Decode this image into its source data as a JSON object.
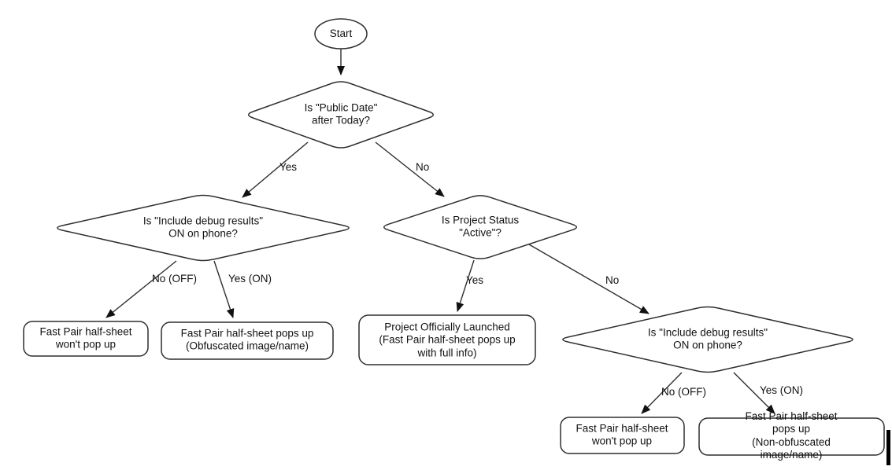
{
  "diagram": {
    "type": "flowchart",
    "nodes": {
      "start": {
        "type": "terminator",
        "label": "Start"
      },
      "public_date": {
        "type": "decision",
        "label": "Is \"Public Date\"\nafter Today?"
      },
      "debug_left": {
        "type": "decision",
        "label": "Is \"Include debug results\"\nON on phone?"
      },
      "project_status": {
        "type": "decision",
        "label": "Is Project Status\n\"Active\"?"
      },
      "debug_right": {
        "type": "decision",
        "label": "Is \"Include debug results\"\nON on phone?"
      },
      "no_popup_left": {
        "type": "result",
        "label": "Fast Pair half-sheet\nwon't pop up"
      },
      "obfuscated": {
        "type": "result",
        "label": "Fast Pair half-sheet pops up\n(Obfuscated image/name)"
      },
      "launched": {
        "type": "result",
        "label": "Project Officially Launched\n(Fast Pair half-sheet pops up\nwith full info)"
      },
      "no_popup_right": {
        "type": "result",
        "label": "Fast Pair half-sheet\nwon't pop up"
      },
      "non_obfuscated": {
        "type": "result",
        "label": "Fast Pair half-sheet pops up\n(Non-obfuscated image/name)"
      }
    },
    "edges": {
      "yes_top": "Yes",
      "no_top": "No",
      "no_off_left": "No (OFF)",
      "yes_on_left": "Yes (ON)",
      "yes_mid": "Yes",
      "no_mid": "No",
      "no_off_right": "No (OFF)",
      "yes_on_right": "Yes (ON)"
    },
    "colors": {
      "stroke": "#2f2f2f",
      "text": "#111111",
      "fill": "#ffffff",
      "cursor": "#000000"
    }
  }
}
